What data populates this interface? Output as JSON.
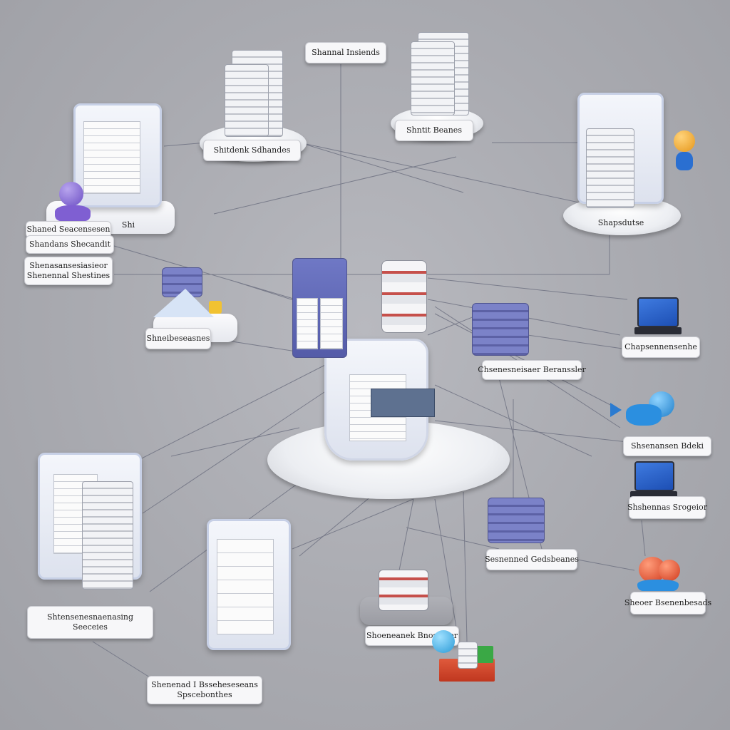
{
  "labels": {
    "top_center": "Shannal Insiends",
    "top_left_server": "Shitdenk Sdhandes",
    "top_right_server": "Shntit Beanes",
    "left_user": "Shi",
    "left_stack_1": "Shaned Seacensesen",
    "left_stack_2": "Shandans Shecandit",
    "left_stack_3_line1": "Shenasansesiasieor",
    "left_stack_3_line2": "Shenennal Shestines",
    "right_monitor": "Shapsdutse",
    "mid_left_server": "Shneibeseasnes",
    "right_laptop_1": "Chapsennensenhe",
    "center_right_rack": "Chsenesneisaer Beranssler",
    "right_user_blue": "Shsenansen Bdeki",
    "right_laptop_2": "Shshennas Srogeior",
    "right_blue_rack": "Sesnenned Gedsbeanes",
    "right_user_red": "Sheoer Bsenenbesads",
    "bottom_left_line1": "Shtensenesnaenasing",
    "bottom_left_line2": "Seeceies",
    "bottom_center": "Shoeneanek Bnosineer",
    "bottom_left_lower_line1": "Shenenad I Bsseheseseans",
    "bottom_left_lower_line2": "Spscebonthes"
  },
  "center_card_label": "",
  "colors": {
    "background": "#aaabb1",
    "accent_blue": "#5c61a5",
    "link_line": "#6f7282"
  }
}
